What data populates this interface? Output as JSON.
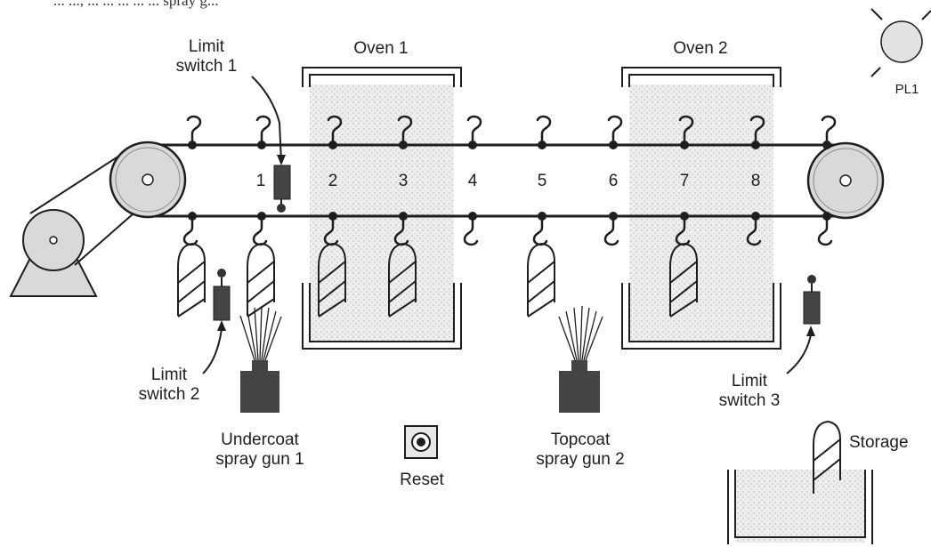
{
  "header_fragment": "... ..., ... ... ... ... ... spray g...",
  "labels": {
    "limit_switch_1": [
      "Limit",
      "switch 1"
    ],
    "limit_switch_2": [
      "Limit",
      "switch 2"
    ],
    "limit_switch_3": [
      "Limit",
      "switch 3"
    ],
    "oven_1": "Oven 1",
    "oven_2": "Oven 2",
    "pilot_light": "PL1",
    "undercoat_gun": [
      "Undercoat",
      "spray gun 1"
    ],
    "topcoat_gun": [
      "Topcoat",
      "spray gun 2"
    ],
    "reset": "Reset",
    "storage": "Storage"
  },
  "positions": [
    "1",
    "2",
    "3",
    "4",
    "5",
    "6",
    "7",
    "8"
  ],
  "colors": {
    "line": "#1e1e1e",
    "fill_gray": "#444444",
    "pulley_fill": "#d9d9d9",
    "screen": "#e6e6e6"
  }
}
